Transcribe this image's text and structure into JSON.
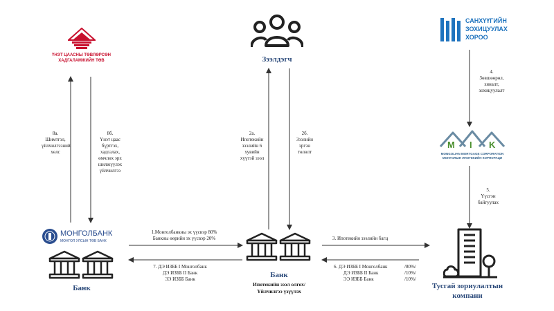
{
  "nodes": {
    "deposit_center": {
      "logo_line1": "ҮНЭТ ЦААСНЫ ТӨВЛӨРСӨН",
      "logo_line2": "ХАДГАЛАМЖИЙН ТӨВ"
    },
    "borrower": {
      "label": "Зээлдэгч"
    },
    "regulator": {
      "logo_line1": "САНХҮҮГИЙН",
      "logo_line2": "ЗОХИЦУУЛАХ",
      "logo_line3": "ХОРОО"
    },
    "mortgage_corp": {
      "logo_letters": [
        "M",
        "I",
        "K"
      ],
      "logo_line1": "MONGOLIAN MORTGAGE CORPORATION",
      "logo_line2": "МОНГОЛЫН ИПОТЕКИЙН КОРПОРАЦИ"
    },
    "mongolbank": {
      "logo_name": "МОНГОЛБАНК",
      "logo_sub": "МОНГОЛ УЛСЫН ТӨВ БАНК",
      "label": "Банк"
    },
    "bank": {
      "label": "Банк",
      "sub_line1": "Ипотекийн  зээл олгох/",
      "sub_line2": "Үйлчилгээ үзүүлэх"
    },
    "spv": {
      "label_line1": "Тусгай зориулалтын",
      "label_line2": "компани"
    }
  },
  "flows": {
    "f8a": [
      "8а.",
      "Шимтгэл,",
      "үйлчилгээний",
      "хөлс"
    ],
    "f8b": [
      "8б.",
      "Үнэт  цаас",
      "бүртгэх,",
      "хадгалах,",
      "өмчлөх эрх",
      "шилжүүлэх",
      "үйлчилгээ"
    ],
    "f2a": [
      "2а.",
      "Ипотекийн",
      "зээлийн 6",
      "хувийн",
      "хүүтэй зээл"
    ],
    "f2b": [
      "2б.",
      "Зээлийн",
      "эргэн",
      "төлөлт"
    ],
    "f4": [
      "4.",
      "Зөвшөөрөл,",
      "хяналт,",
      "зохицуулалт"
    ],
    "f5": [
      "5.",
      "Үүсгэн",
      "байгуулах"
    ],
    "f1": [
      "1.Монголбанкны эх үүсвэр 80%",
      "Банкны өөрийн эх үүсвэр 20%"
    ],
    "f3": "3. Ипотекийн зээлийн багц",
    "f7": [
      "7. ДЭ ИЗББ I Монголбанк",
      "ДЭ ИЗББ II Банк",
      "ЭЭ ИЗББ Банк"
    ],
    "f6": [
      {
        "name": "6. ДЭ ИЗББ I Монголбанк",
        "pct": "/80%/"
      },
      {
        "name": "ДЭ ИЗББ II Банк",
        "pct": "/10%/"
      },
      {
        "name": "ЭЭ ИЗББ Банк",
        "pct": "/10%/"
      }
    ]
  }
}
